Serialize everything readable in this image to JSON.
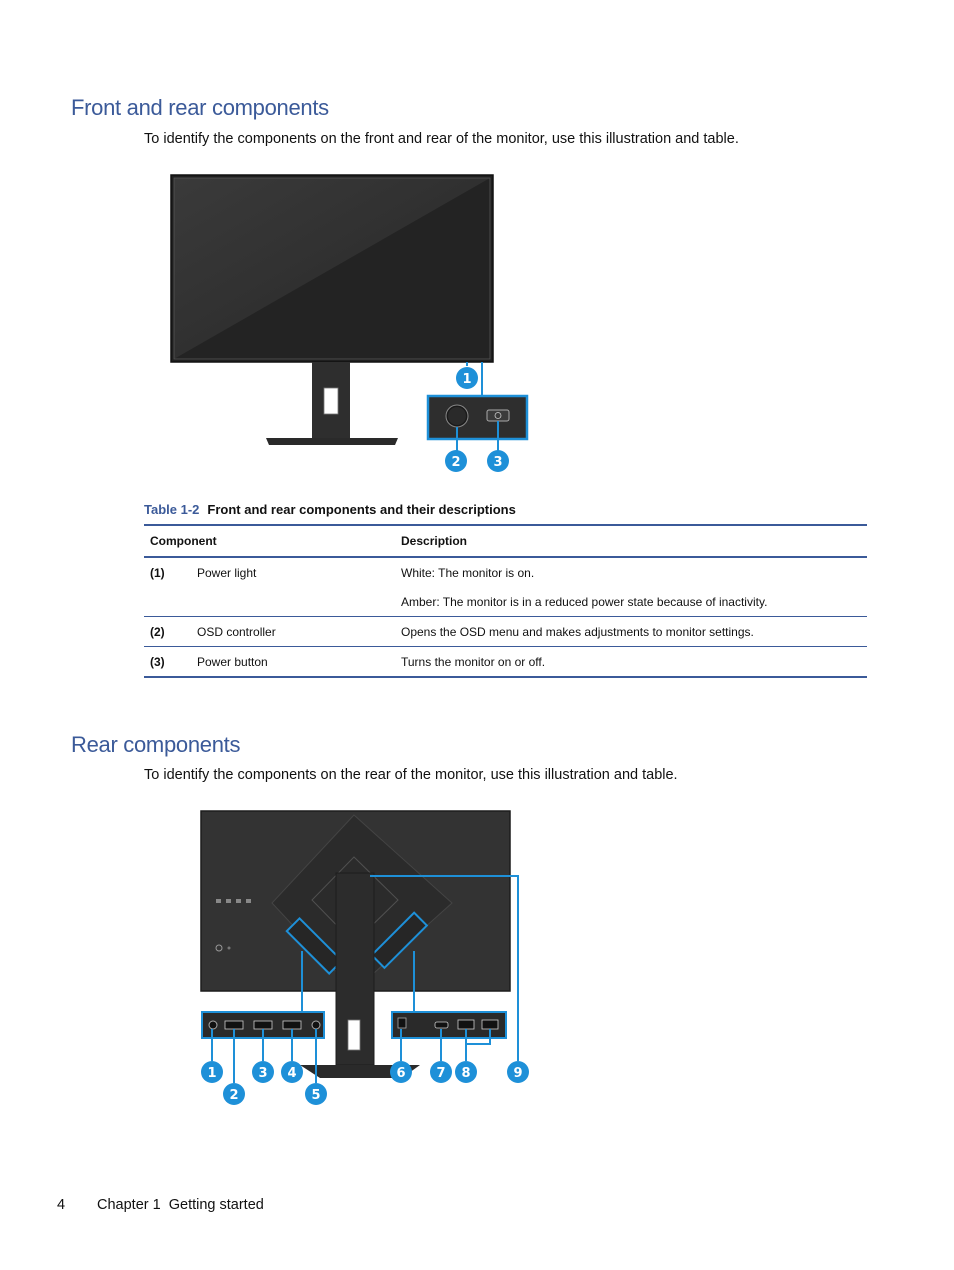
{
  "sections": {
    "front_rear": {
      "title": "Front and rear components",
      "intro": "To identify the components on the front and rear of the monitor, use this illustration and table."
    },
    "rear": {
      "title": "Rear components",
      "intro": "To identify the components on the rear of the monitor, use this illustration and table."
    }
  },
  "figure1": {
    "callouts": [
      "1",
      "2",
      "3"
    ]
  },
  "figure2": {
    "callouts": [
      "1",
      "2",
      "3",
      "4",
      "5",
      "6",
      "7",
      "8",
      "9"
    ]
  },
  "table": {
    "number": "Table 1-2",
    "caption": "Front and rear components and their descriptions",
    "headers": {
      "component": "Component",
      "description": "Description"
    },
    "rows": [
      {
        "num": "(1)",
        "name": "Power light",
        "desc": "White: The monitor is on."
      },
      {
        "num": "",
        "name": "",
        "desc": "Amber: The monitor is in a reduced power state because of inactivity."
      },
      {
        "num": "(2)",
        "name": "OSD controller",
        "desc": "Opens the OSD menu and makes adjustments to monitor settings."
      },
      {
        "num": "(3)",
        "name": "Power button",
        "desc": "Turns the monitor on or off."
      }
    ]
  },
  "footer": {
    "page": "4",
    "chapter": "Chapter 1  Getting started"
  },
  "colors": {
    "heading": "#3b5a99",
    "callout": "#1e90d8",
    "rule": "#3b5a99"
  }
}
